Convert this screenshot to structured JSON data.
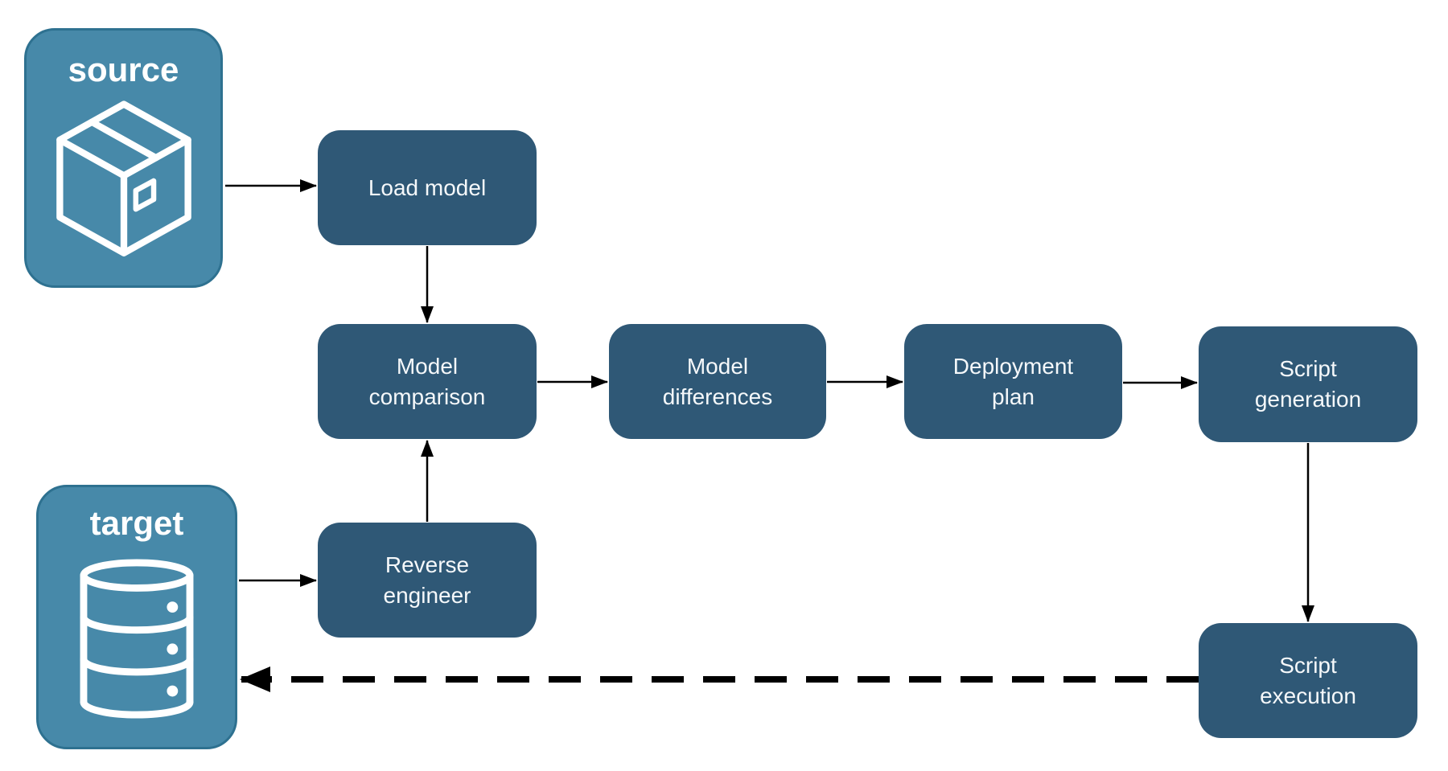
{
  "colors": {
    "node-fill": "#2f5876",
    "node-text": "#f5f8fa",
    "container-fill": "#4789a9",
    "container-border": "#2e7190",
    "container-text": "#ffffff",
    "arrow": "#000000",
    "canvas-bg": "#ffffff"
  },
  "containers": {
    "source": {
      "label": "source",
      "icon": "package-icon"
    },
    "target": {
      "label": "target",
      "icon": "database-icon"
    }
  },
  "nodes": {
    "load_model": {
      "label": "Load model"
    },
    "model_comparison": {
      "label": "Model comparison"
    },
    "model_differences": {
      "label": "Model differences"
    },
    "deployment_plan": {
      "label": "Deployment plan"
    },
    "script_generation": {
      "label": "Script generation"
    },
    "reverse_engineer": {
      "label": "Reverse engineer"
    },
    "script_execution": {
      "label": "Script execution"
    }
  },
  "edges": [
    {
      "from": "source",
      "to": "load_model",
      "style": "solid"
    },
    {
      "from": "load_model",
      "to": "model_comparison",
      "style": "solid"
    },
    {
      "from": "model_comparison",
      "to": "model_differences",
      "style": "solid"
    },
    {
      "from": "model_differences",
      "to": "deployment_plan",
      "style": "solid"
    },
    {
      "from": "deployment_plan",
      "to": "script_generation",
      "style": "solid"
    },
    {
      "from": "script_generation",
      "to": "script_execution",
      "style": "solid"
    },
    {
      "from": "reverse_engineer",
      "to": "model_comparison",
      "style": "solid"
    },
    {
      "from": "target",
      "to": "reverse_engineer",
      "style": "solid"
    },
    {
      "from": "script_execution",
      "to": "target",
      "style": "dashed"
    }
  ]
}
